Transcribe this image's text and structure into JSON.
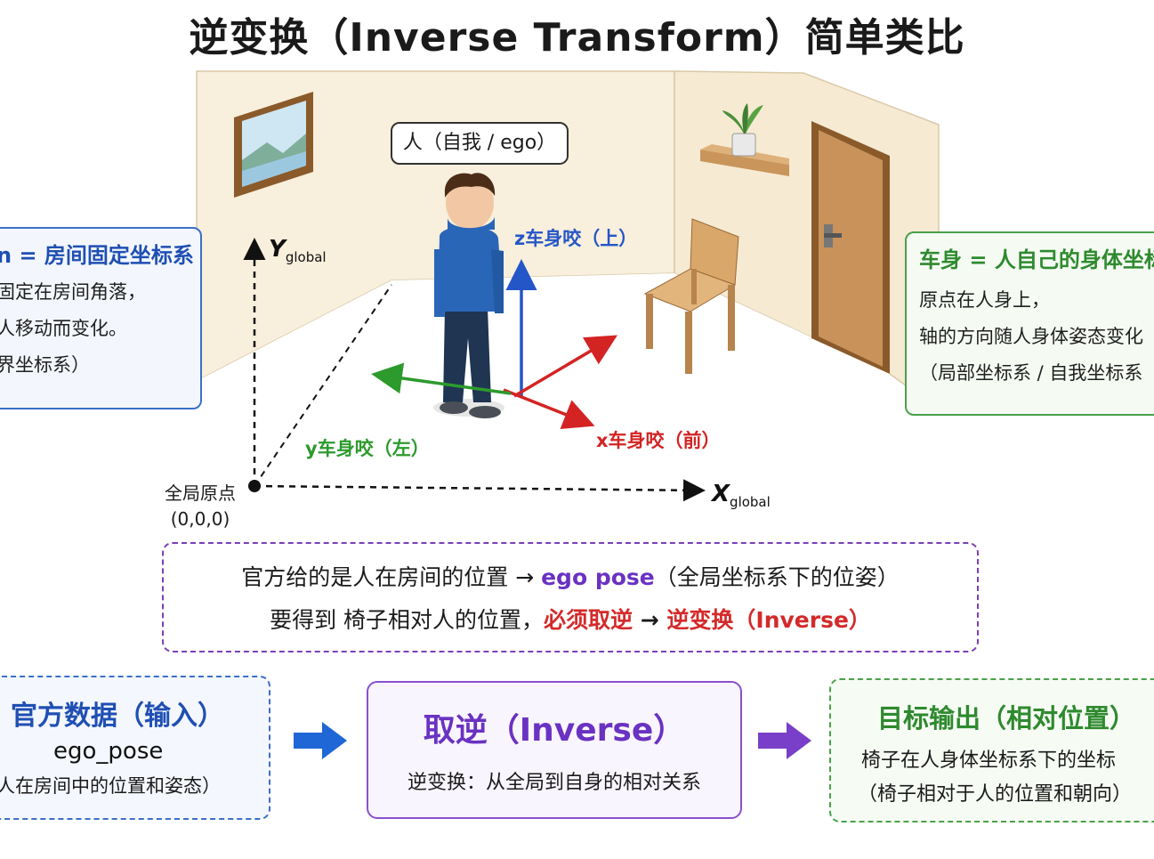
{
  "title": "逆变换（Inverse Transform）简单类比",
  "ego_label": "人（自我 / ego）",
  "axes": {
    "z_body": "z车身咬（上）",
    "x_body": "x车身咬（前）",
    "y_body": "y车身咬（左）",
    "y_global_main": "Y",
    "y_global_sub": "global",
    "x_global_main": "X",
    "x_global_sub": "global"
  },
  "origin": {
    "name": "全局原点",
    "coords": "(0,0,0)"
  },
  "global_box": {
    "title": "n = 房间固定坐标系",
    "lines": [
      "固定在房间角落，",
      "人移动而变化。",
      "界坐标系）"
    ]
  },
  "body_box": {
    "title": "车身 = 人自己的身体坐标",
    "lines": [
      "原点在人身上，",
      "轴的方向随人身体姿态变化",
      "（局部坐标系 / 自我坐标系"
    ]
  },
  "middle": {
    "row1_a": "官方给的是人在房间的位置 → ",
    "row1_b": "ego pose",
    "row1_c": "（全局坐标系下的位姿）",
    "row2_a": "要得到 椅子相对人的位置，",
    "row2_b": "必须取逆",
    "row2_c": " → ",
    "row2_d": "逆变换（Inverse）"
  },
  "flow": {
    "input": {
      "title": "官方数据（输入）",
      "line2": "ego_pose",
      "line3": "人在房间中的位置和姿态）"
    },
    "inverse": {
      "title": "取逆（Inverse）",
      "line2": "逆变换：从全局到自身的相对关系"
    },
    "output": {
      "title": "目标输出（相对位置）",
      "line2": "椅子在人身体坐标系下的坐标",
      "line3": "（椅子相对于人的位置和朝向）"
    }
  },
  "colors": {
    "blue": "#2556c7",
    "red": "#d32323",
    "green": "#2d9a2d",
    "purple": "#6a32c2"
  }
}
